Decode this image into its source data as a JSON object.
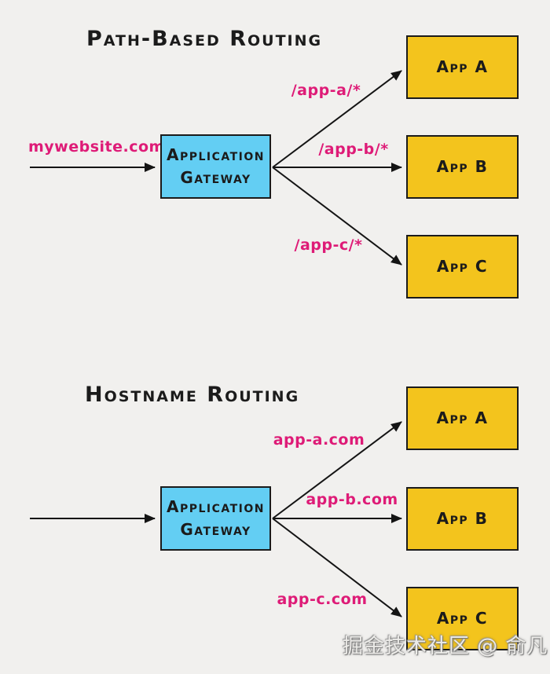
{
  "colors": {
    "background": "#f1f0ee",
    "gateway_fill": "#63cef3",
    "app_fill": "#f3c41d",
    "border": "#1b1b1b",
    "label_pink": "#de1b77",
    "text_dark": "#1b1b1b",
    "arrow": "#141414"
  },
  "sections": [
    {
      "title": "Path-Based Routing",
      "incoming_label": "mywebsite.com",
      "gateway": {
        "line1": "Application",
        "line2": "Gateway"
      },
      "routes": [
        {
          "label": "/app-a/*",
          "target": "App A"
        },
        {
          "label": "/app-b/*",
          "target": "App B"
        },
        {
          "label": "/app-c/*",
          "target": "App C"
        }
      ]
    },
    {
      "title": "Hostname Routing",
      "gateway": {
        "line1": "Application",
        "line2": "Gateway"
      },
      "routes": [
        {
          "label": "app-a.com",
          "target": "App A"
        },
        {
          "label": "app-b.com",
          "target": "App B"
        },
        {
          "label": "app-c.com",
          "target": "App C"
        }
      ]
    }
  ],
  "watermark": "掘金技术社区 @ 俞凡"
}
